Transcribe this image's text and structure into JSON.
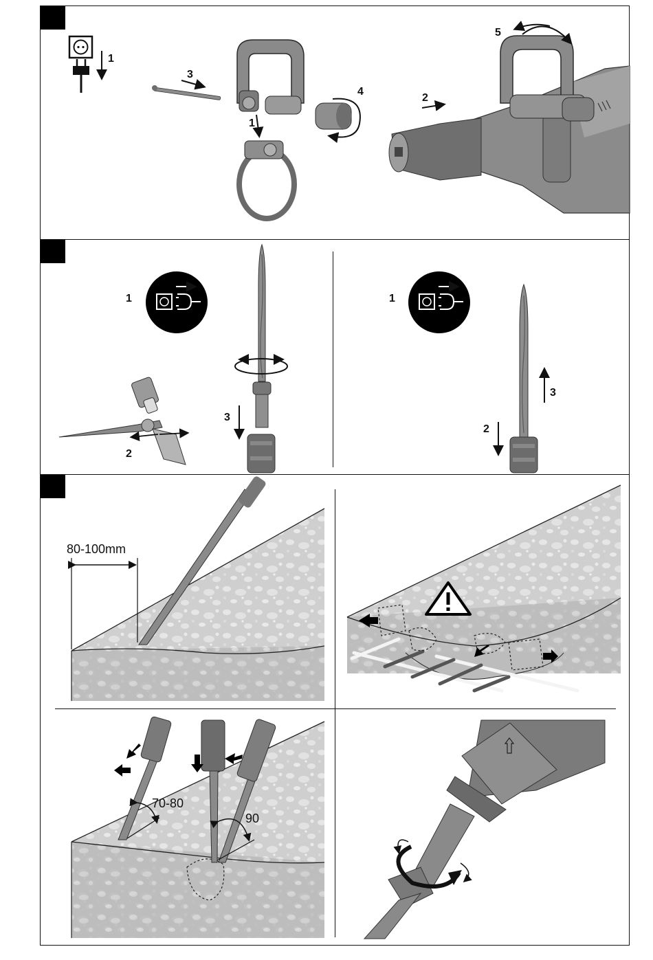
{
  "figures": [
    {
      "steps": [
        "1",
        "3",
        "1",
        "4",
        "2",
        "5"
      ]
    },
    {
      "steps": [
        "1",
        "2",
        "3",
        "1",
        "2",
        "3"
      ]
    },
    {
      "measurements": [
        "80-100mm",
        "70-80",
        "90"
      ]
    }
  ]
}
